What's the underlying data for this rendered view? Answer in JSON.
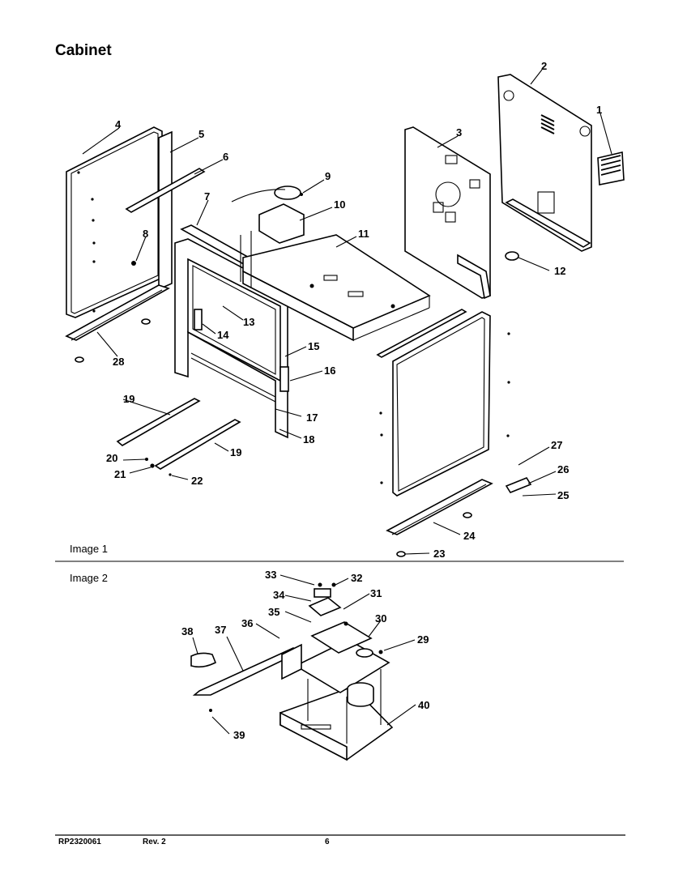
{
  "title": "Cabinet",
  "image1_label": "Image 1",
  "image2_label": "Image 2",
  "footer": {
    "doc_number": "RP2320061",
    "revision": "Rev. 2",
    "page": "6"
  },
  "callouts": [
    "1",
    "2",
    "3",
    "4",
    "5",
    "6",
    "7",
    "8",
    "9",
    "10",
    "11",
    "12",
    "13",
    "14",
    "15",
    "16",
    "17",
    "18",
    "19",
    "19",
    "20",
    "21",
    "22",
    "23",
    "24",
    "25",
    "26",
    "27",
    "28",
    "29",
    "30",
    "31",
    "32",
    "33",
    "34",
    "35",
    "36",
    "37",
    "38",
    "39",
    "40"
  ]
}
